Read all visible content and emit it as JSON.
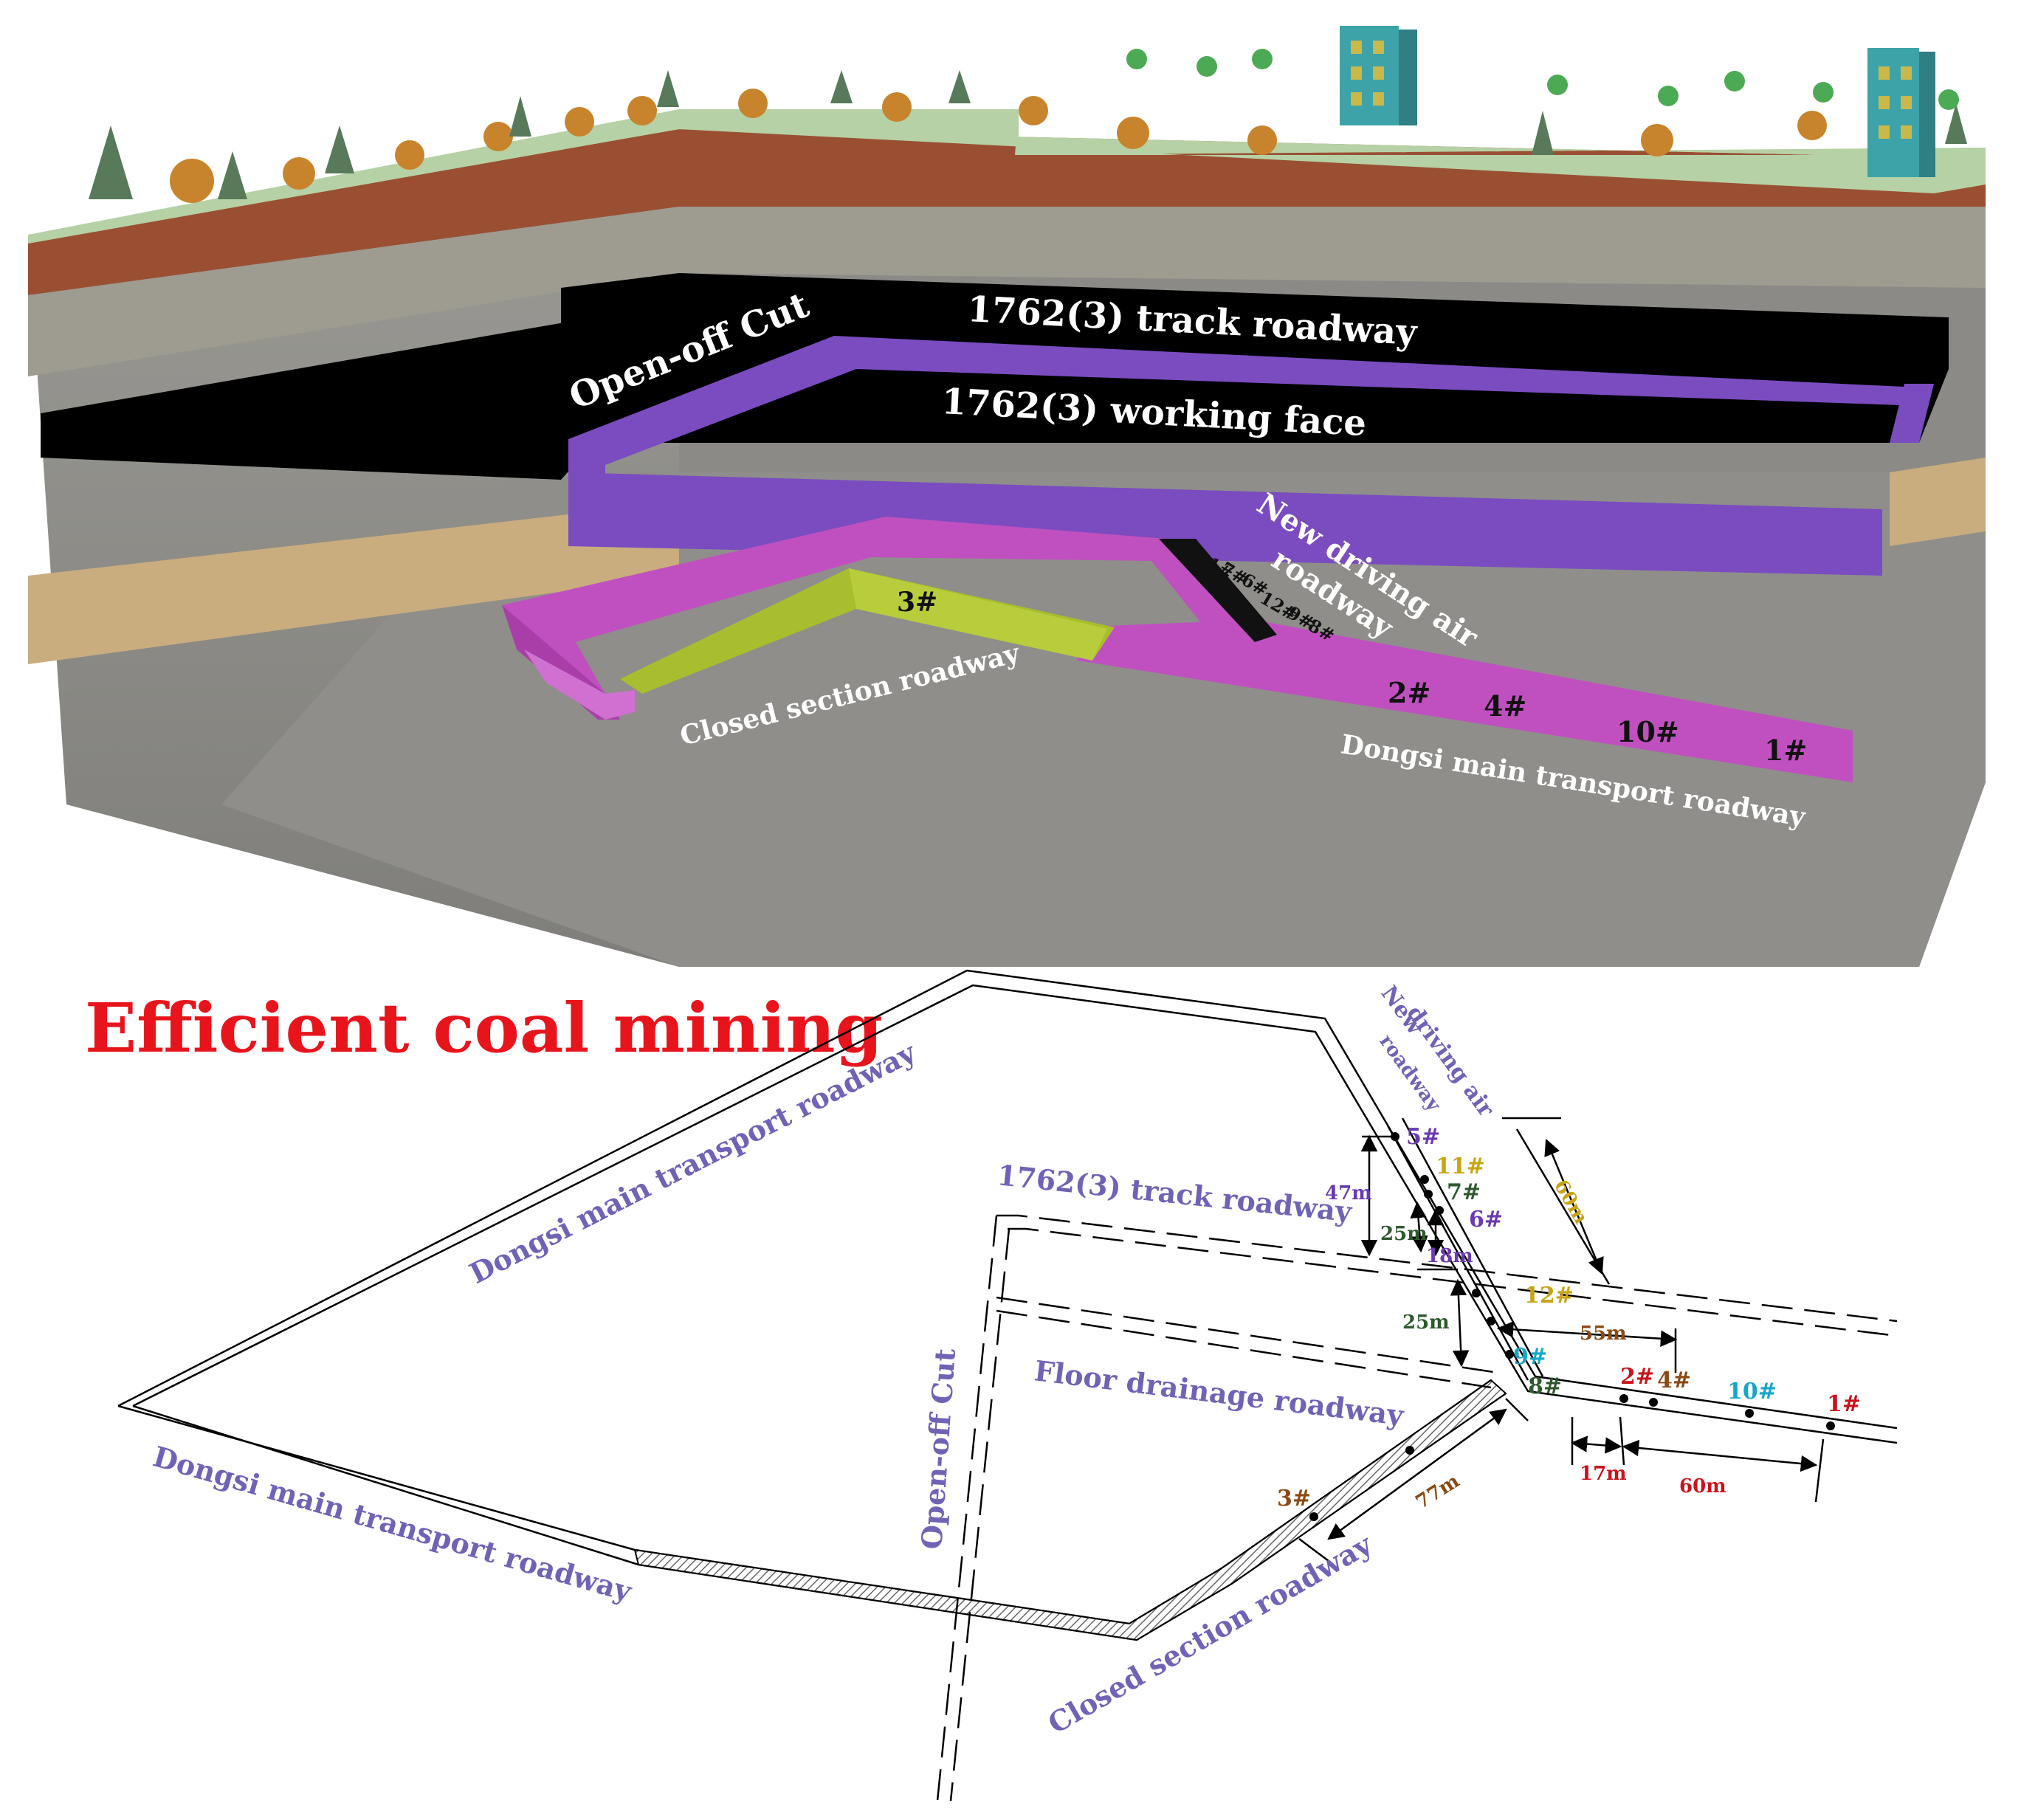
{
  "model3d": {
    "open_off_cut": "Open-off  Cut",
    "track_roadway": "1762(3) track roadway",
    "working_face": "1762(3) working face",
    "new_driving_air": "New driving air",
    "roadway": "roadway",
    "closed_section": "Closed section roadway",
    "dongsi": "Dongsi main transport roadway",
    "pt_3": "3#",
    "pts_upper": [
      "5#",
      "11#",
      "7#",
      "6#",
      "12#",
      "9#",
      "8#"
    ],
    "pts_lower": [
      "2#",
      "4#",
      "10#",
      "1#"
    ]
  },
  "title": "Efficient coal mining",
  "plan": {
    "dongsi_upper": "Dongsi main transport roadway",
    "dongsi_lower": "Dongsi main transport roadway",
    "track": "1762(3) track roadway",
    "floor_drainage": "Floor drainage roadway",
    "open_off_cut": "Open-off  Cut",
    "closed_section": "Closed section roadway",
    "new_driving": [
      "New",
      "driving air",
      "roadway"
    ],
    "points": {
      "p5": "5#",
      "p11": "11#",
      "p7": "7#",
      "p6": "6#",
      "p12": "12#",
      "p9": "9#",
      "p8": "8#",
      "p2": "2#",
      "p4": "4#",
      "p10": "10#",
      "p1": "1#",
      "p3": "3#"
    },
    "dims": {
      "d47": "47m",
      "d25a": "25m",
      "d18": "18m",
      "d60a": "60m",
      "d25b": "25m",
      "d55": "55m",
      "d17": "17m",
      "d60b": "60m",
      "d77": "77m"
    }
  },
  "colors": {
    "ground_top": "#b6d1a5",
    "soil": "#9a4f33",
    "coal": "#000000",
    "purple_roadway": "#7a4cc0",
    "magenta_roadway": "#c050c0",
    "closed_roadway": "#a9be2e",
    "rock": "#8d8c88",
    "sand": "#c9ad7e",
    "label_purple": "#6f63b6",
    "title_red": "#e8141c",
    "pt_purple": "#6a3ab0",
    "pt_gold": "#c8a414",
    "pt_green": "#2e5a2e",
    "pt_cyan": "#16a6c6",
    "pt_red": "#c8141c",
    "pt_brown": "#8a4a14"
  }
}
